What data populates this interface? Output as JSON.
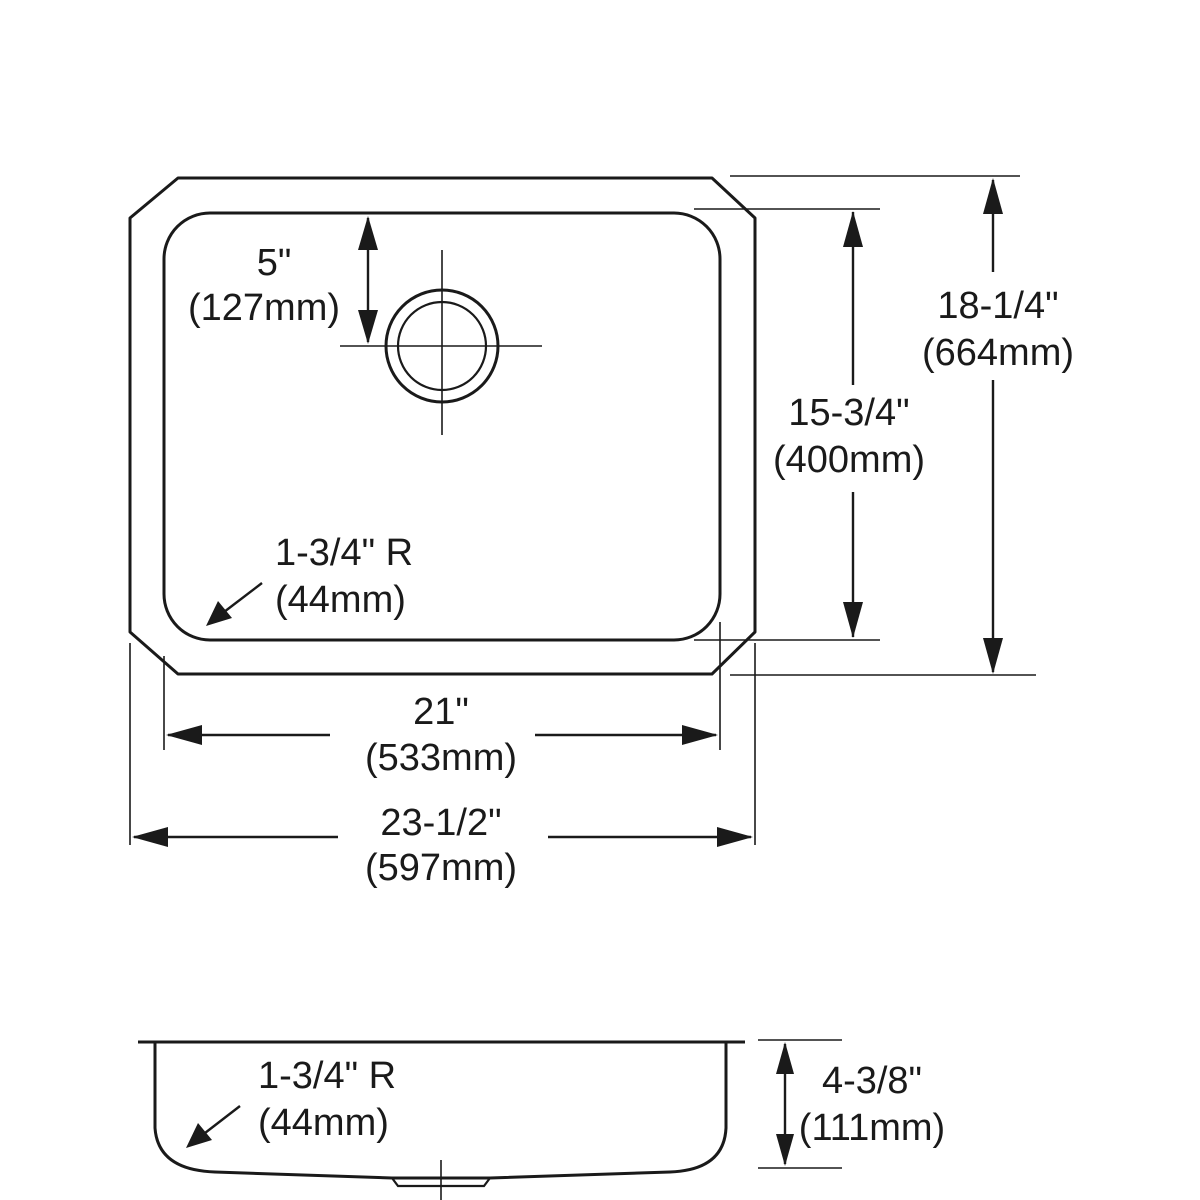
{
  "plan_view": {
    "drain_offset": {
      "inch": "5\"",
      "mm": "(127mm)"
    },
    "inner_corner_radius": {
      "inch": "1-3/4\" R",
      "mm": "(44mm)"
    },
    "inner_depth": {
      "inch": "15-3/4\"",
      "mm": "(400mm)"
    },
    "overall_depth": {
      "inch": "18-1/4\"",
      "mm": "(664mm)"
    },
    "inner_width": {
      "inch": "21\"",
      "mm": "(533mm)"
    },
    "overall_width": {
      "inch": "23-1/2\"",
      "mm": "(597mm)"
    }
  },
  "section_view": {
    "bowl_corner_radius": {
      "inch": "1-3/4\" R",
      "mm": "(44mm)"
    },
    "bowl_height": {
      "inch": "4-3/8\"",
      "mm": "(111mm)"
    }
  }
}
